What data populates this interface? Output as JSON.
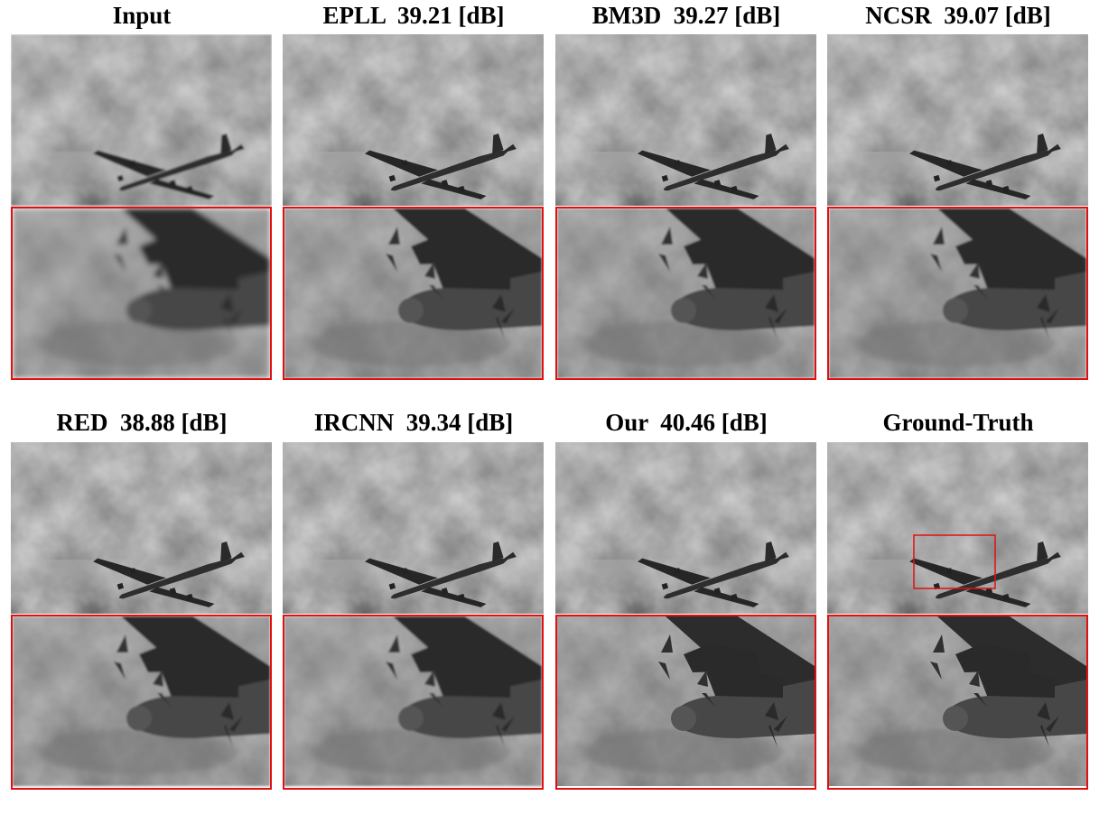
{
  "figure": {
    "panels": [
      {
        "label": "Input",
        "method": "Input",
        "psnr": ""
      },
      {
        "label": "EPLL  39.21 [dB]",
        "method": "EPLL",
        "psnr": "39.21"
      },
      {
        "label": "BM3D  39.27 [dB]",
        "method": "BM3D",
        "psnr": "39.27"
      },
      {
        "label": "NCSR  39.07 [dB]",
        "method": "NCSR",
        "psnr": "39.07"
      },
      {
        "label": "RED  38.88 [dB]",
        "method": "RED",
        "psnr": "38.88"
      },
      {
        "label": "IRCNN  39.34 [dB]",
        "method": "IRCNN",
        "psnr": "39.34"
      },
      {
        "label": "Our  40.46 [dB]",
        "method": "Our",
        "psnr": "40.46"
      },
      {
        "label": "Ground-Truth",
        "method": "Ground-Truth",
        "psnr": ""
      }
    ],
    "frame_color": "#e01010"
  }
}
